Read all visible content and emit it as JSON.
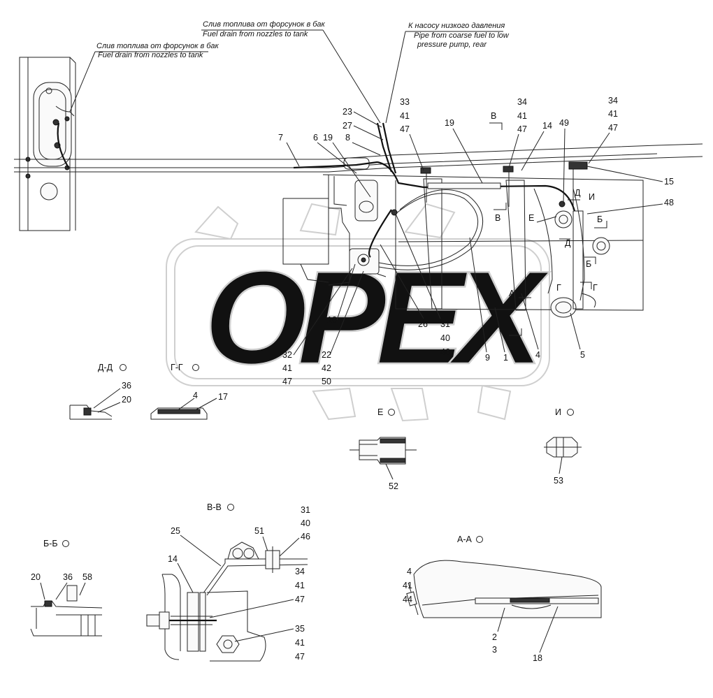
{
  "annotations": {
    "drain_left_ru": "Слив топлива от форсунок в бак",
    "drain_left_en": "Fuel drain from nozzles to tank",
    "drain_top_ru": "Слив топлива от форсунок в бак",
    "drain_top_en": "Fuel drain from nozzles to tank",
    "pump_ru": "К насосу низкого давления",
    "pump_en_1": "Pipe from coarse fuel to low",
    "pump_en_2": "pressure pump, rear"
  },
  "watermark": "OPEX",
  "sections": {
    "dd": "Д-Д",
    "gg": "Г-Г",
    "e": "Е",
    "i": "И",
    "vv": "В-В",
    "bb": "Б-Б",
    "aa": "А-А"
  },
  "markers": {
    "V": "В",
    "D": "Д",
    "I": "И",
    "E": "Е",
    "B": "Б",
    "A": "А",
    "G": "Г"
  },
  "labels": {
    "p33": "33",
    "p41a": "41",
    "p47a": "47",
    "p34b": "34",
    "p41b": "41",
    "p47b": "47",
    "p34c": "34",
    "p41c": "41",
    "p47c": "47",
    "p23": "23",
    "p27": "27",
    "p19a": "19",
    "p19b": "19",
    "p6": "6",
    "p8": "8",
    "p7": "7",
    "p14": "14",
    "p49": "49",
    "p15": "15",
    "p48": "48",
    "p10": "10",
    "p32": "32",
    "p41d": "41",
    "p47d": "47",
    "p22": "22",
    "p42": "42",
    "p50": "50",
    "p26": "26",
    "p31": "31",
    "p40": "40",
    "p46": "46",
    "p9": "9",
    "p1": "1",
    "p4": "4",
    "p5": "5",
    "p36a": "36",
    "p20a": "20",
    "p4b": "4",
    "p17": "17",
    "p52": "52",
    "p53": "53",
    "p25": "25",
    "p14b": "14",
    "p51": "51",
    "p31b": "31",
    "p40b": "40",
    "p46b": "46",
    "p34d": "34",
    "p41e": "41",
    "p47e": "47",
    "p35": "35",
    "p41f": "41",
    "p47f": "47",
    "p20b": "20",
    "p36b": "36",
    "p58": "58",
    "p4c": "4",
    "p41g": "41",
    "p44": "44",
    "p2": "2",
    "p3": "3",
    "p18": "18"
  }
}
